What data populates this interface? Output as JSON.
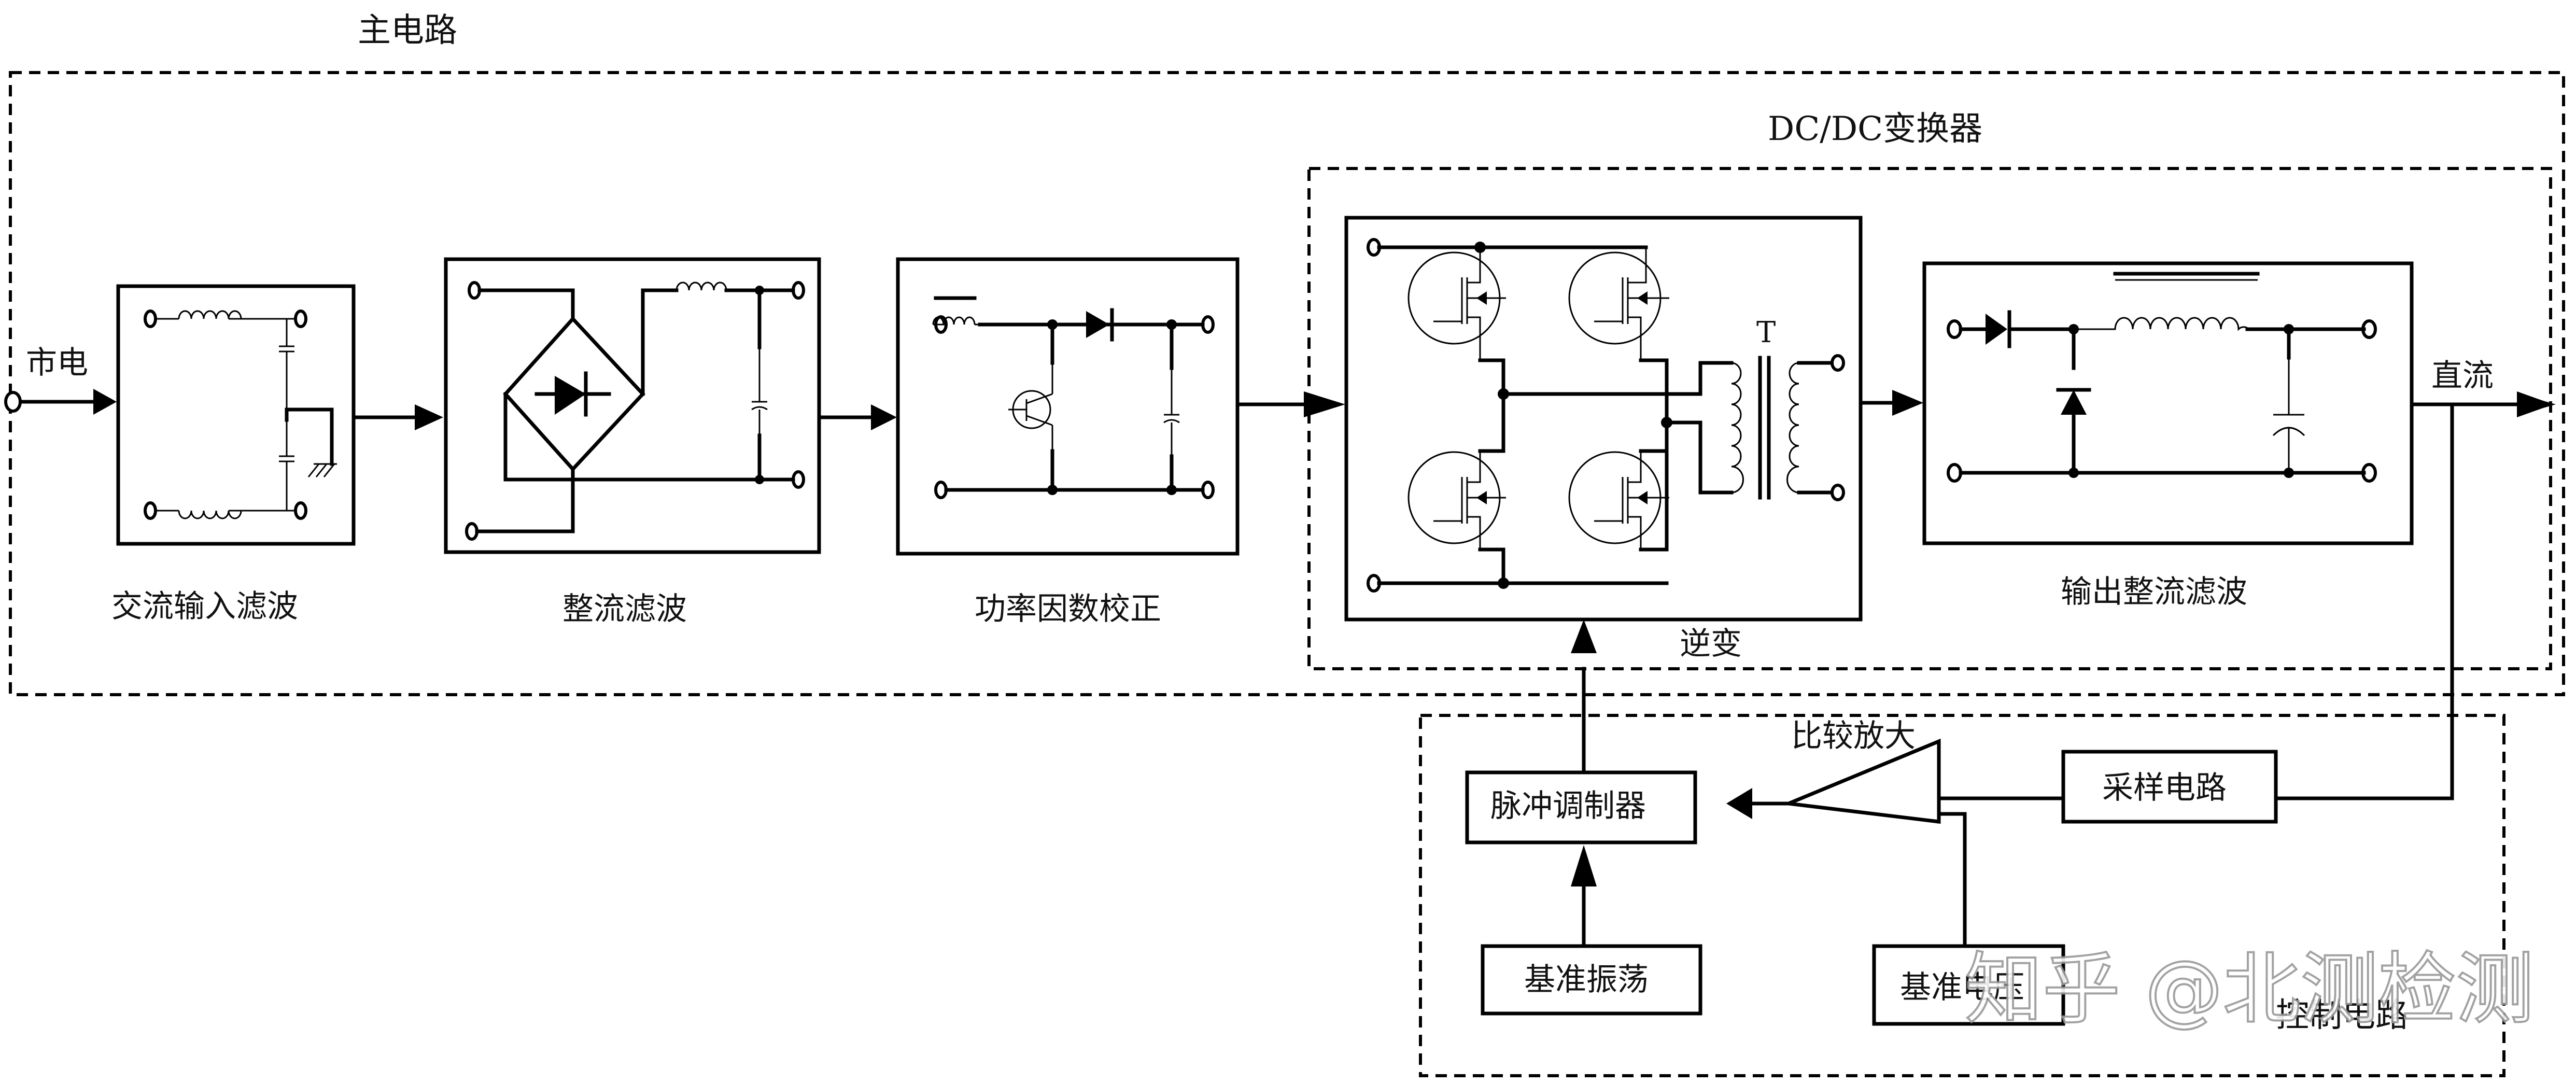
{
  "title": "开关电源原理框图",
  "groups": {
    "main_circuit": "主电路",
    "dcdc_converter": "DC/DC变换器",
    "control_circuit": "控制电路"
  },
  "io": {
    "input": "市电",
    "output": "直流"
  },
  "blocks": {
    "ac_input_filter": "交流输入滤波",
    "rectifier_filter": "整流滤波",
    "pfc": "功率因数校正",
    "inverter": "逆变",
    "transformer": "T",
    "output_rectifier_filter": "输出整流滤波",
    "pulse_modulator": "脉冲调制器",
    "comparator_amp": "比较放大",
    "sampling_circuit": "采样电路",
    "ref_oscillator": "基准振荡",
    "ref_voltage": "基准电压"
  },
  "watermark": "知乎 @北测检测"
}
